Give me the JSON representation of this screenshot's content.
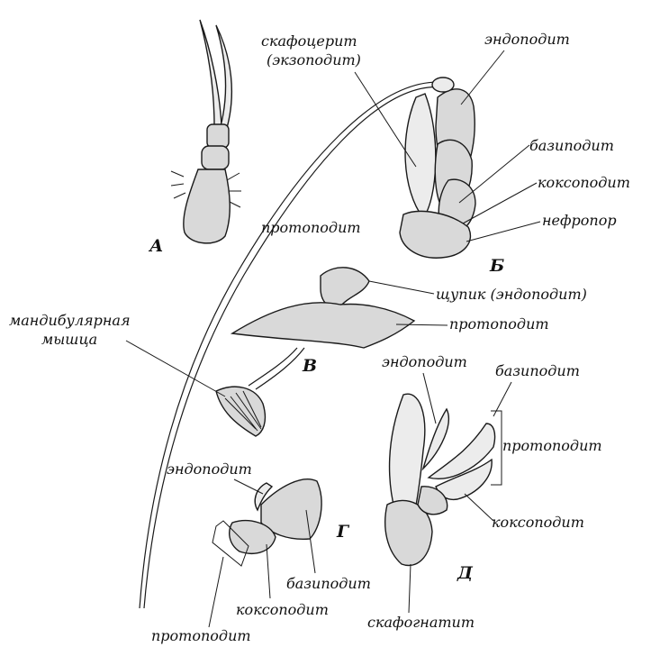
{
  "labels": {
    "scaphocerite_1": "скафоцерит",
    "scaphocerite_2": "(экзоподит)",
    "b_endopod": "эндоподит",
    "b_basipod": "базиподит",
    "b_coxopod": "коксоподит",
    "b_nephropore": "нефропор",
    "a_protopod": "протоподит",
    "v_palp": "щупик (эндоподит)",
    "v_protopod": "протоподит",
    "mandible_muscle_1": "мандибулярная",
    "mandible_muscle_2": "мышца",
    "d_endopod": "эндоподит",
    "d_basipod": "базиподит",
    "d_protopod": "протоподит",
    "d_coxopod": "коксоподит",
    "d_scaphognathite": "скафогнатит",
    "g_endopod": "эндоподит",
    "g_basipod": "базиподит",
    "g_coxopod": "коксоподит",
    "g_protopod": "протоподит"
  },
  "letters": {
    "a": "А",
    "b": "Б",
    "v": "В",
    "g": "Г",
    "d": "Д"
  }
}
